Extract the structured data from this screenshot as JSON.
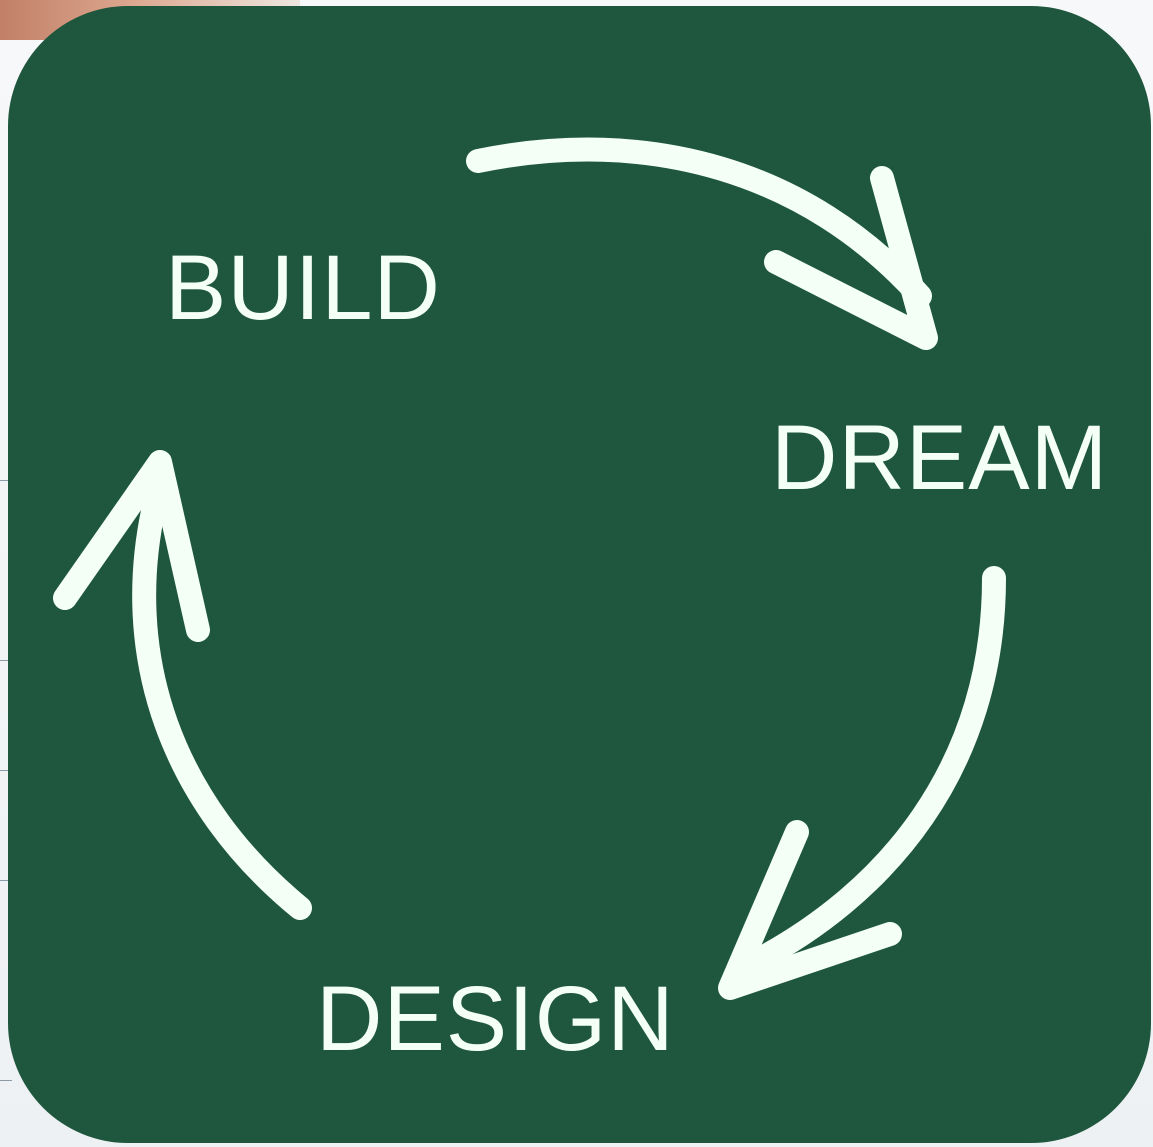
{
  "diagram": {
    "type": "cycle",
    "colors": {
      "panel": "#1f573e",
      "ink": "#f4fff6"
    },
    "stages": [
      {
        "id": "build",
        "label": "BUILD"
      },
      {
        "id": "dream",
        "label": "DREAM"
      },
      {
        "id": "design",
        "label": "DESIGN"
      }
    ],
    "flow": [
      {
        "from": "build",
        "to": "dream",
        "icon": "curved-arrow-icon"
      },
      {
        "from": "dream",
        "to": "design",
        "icon": "curved-arrow-icon"
      },
      {
        "from": "design",
        "to": "build",
        "icon": "curved-arrow-icon"
      }
    ]
  }
}
